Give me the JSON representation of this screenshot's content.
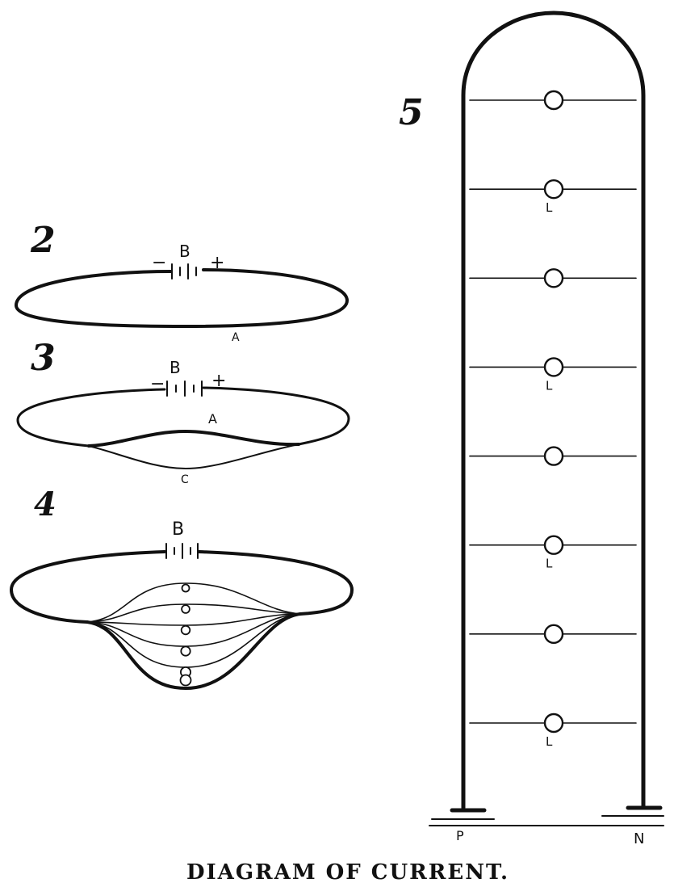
{
  "figures": {
    "fig2": {
      "number": "2",
      "battery_label": "B",
      "minus_sign": "−",
      "plus_sign": "+",
      "circuit_label": "A"
    },
    "fig3": {
      "number": "3",
      "battery_label": "B",
      "minus_sign": "−",
      "plus_sign": "+",
      "upper_label": "A",
      "lower_label": "C"
    },
    "fig4": {
      "number": "4",
      "battery_label": "B",
      "branch_count": 6
    },
    "fig5": {
      "number": "5",
      "lamp_label": "L",
      "positive_label": "P",
      "negative_label": "N",
      "rung_count": 8,
      "labeled_rungs": [
        2,
        4,
        6,
        8
      ]
    }
  },
  "caption": "DIAGRAM OF CURRENT."
}
